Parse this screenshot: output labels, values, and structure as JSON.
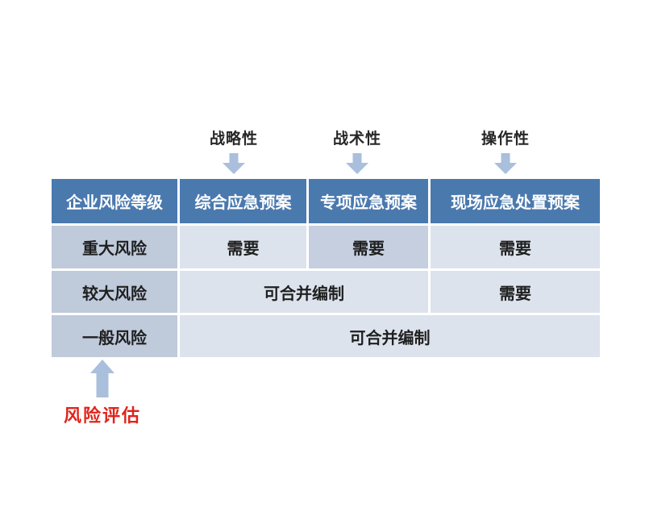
{
  "colors": {
    "header_bg": "#4a79ae",
    "header_text": "#ffffff",
    "level_cell_bg": "#bfcadb",
    "highlight_cell_bg": "#c6cfe0",
    "cell_bg": "#dde3ed",
    "cell_text": "#1f1f1f",
    "arrow_fill": "#a9bfdc",
    "annotation_red": "#e0241b",
    "label_text": "#262626"
  },
  "top_labels": [
    {
      "text": "战略性"
    },
    {
      "text": "战术性"
    },
    {
      "text": "操作性"
    }
  ],
  "table": {
    "headers": [
      "企业风险等级",
      "综合应急预案",
      "专项应急预案",
      "现场应急处置预案"
    ],
    "rows": [
      {
        "level": "重大风险",
        "cells": [
          {
            "text": "需要"
          },
          {
            "text": "需要"
          },
          {
            "text": "需要"
          }
        ]
      },
      {
        "level": "较大风险",
        "cells": [
          {
            "text": "可合并编制"
          },
          {
            "text": "需要"
          }
        ]
      },
      {
        "level": "一般风险",
        "cells": [
          {
            "text": "可合并编制"
          }
        ]
      }
    ]
  },
  "bottom_annotation": {
    "label": "风险评估"
  }
}
